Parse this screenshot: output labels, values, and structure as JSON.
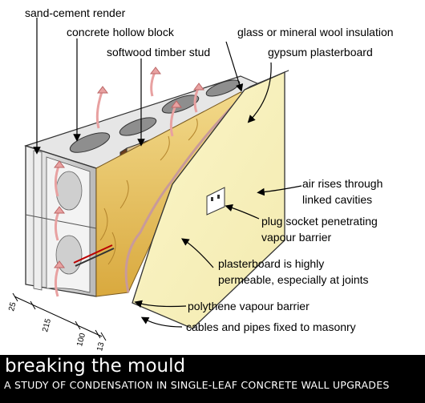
{
  "labels": {
    "render": "sand-cement render",
    "block": "concrete hollow block",
    "stud": "softwood timber stud",
    "insulation": "glass or mineral wool insulation",
    "plasterboard": "gypsum plasterboard",
    "air_1": "air rises through",
    "air_2": "linked cavities",
    "socket_1": "plug socket penetrating",
    "socket_2": "vapour barrier",
    "permeable_1": "plasterboard is highly",
    "permeable_2": "permeable, especially at joints",
    "vapour": "polythene vapour barrier",
    "cables": "cables and pipes fixed to masonry"
  },
  "dimensions": {
    "d1": "25",
    "d2": "215",
    "d3": "100",
    "d4": "13"
  },
  "caption": {
    "title": "breaking the mould",
    "subtitle": "A STUDY OF CONDENSATION IN SINGLE-LEAF CONCRETE WALL UPGRADES"
  },
  "colors": {
    "concrete": "#d9d9d9",
    "concrete_dark": "#a7a7a7",
    "plaster": "#f8f3bf",
    "insulation": "#e9c766",
    "timber": "#7b4d2b",
    "vapour": "#c89a9a",
    "arrow": "#e8a1a1"
  }
}
